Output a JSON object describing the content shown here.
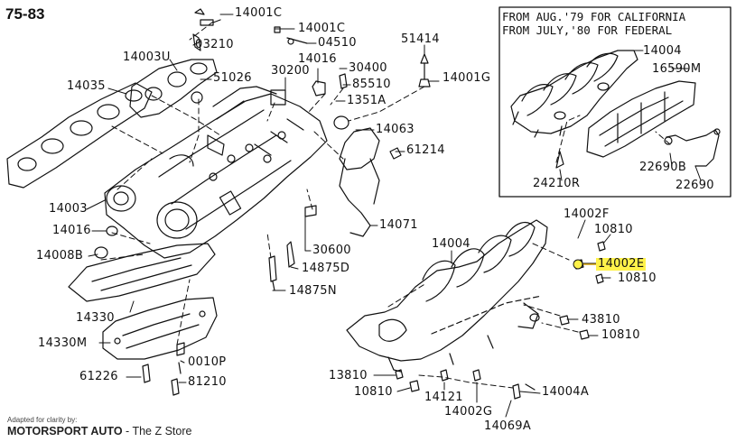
{
  "page_id": "75-83",
  "inset": {
    "line1": "FROM AUG.'79 FOR CALIFORNIA",
    "line2": "FROM JULY,'80 FOR FEDERAL",
    "labels": {
      "p14004": "14004",
      "p16590m": "16590M",
      "p24210r": "24210R",
      "p22690b": "22690B",
      "p22690": "22690"
    }
  },
  "labels": {
    "p14001c_a": "14001C",
    "p14001c_b": "14001C",
    "p03210": "03210",
    "p04510": "04510",
    "p14003u": "14003U",
    "p51026": "51026",
    "p30200": "30200",
    "p14016_top": "14016",
    "p30400": "30400",
    "p85510": "85510",
    "p51414": "51414",
    "p14001g": "14001G",
    "p1351a": "1351A",
    "p14035": "14035",
    "p14063": "14063",
    "p61214": "61214",
    "p14003": "14003",
    "p14016_left": "14016",
    "p14008b": "14008B",
    "p14071": "14071",
    "p30600": "30600",
    "p14875d": "14875D",
    "p14875n": "14875N",
    "p14330": "14330",
    "p14330m": "14330M",
    "p0010p": "0010P",
    "p61226": "61226",
    "p81210": "81210",
    "p14004": "14004",
    "p14002f": "14002F",
    "p10810_a": "10810",
    "p14002e": "14002E",
    "p10810_b": "10810",
    "p43810": "43810",
    "p10810_c": "10810",
    "p13810": "13810",
    "p10810_d": "10810",
    "p14121": "14121",
    "p14002g": "14002G",
    "p14004a": "14004A",
    "p14069a": "14069A"
  },
  "highlight_color": "#fff24a",
  "footer": {
    "small": "Adapted for clarity by:",
    "brand": "MOTORSPORT AUTO",
    "tagline": " - The Z Store"
  }
}
